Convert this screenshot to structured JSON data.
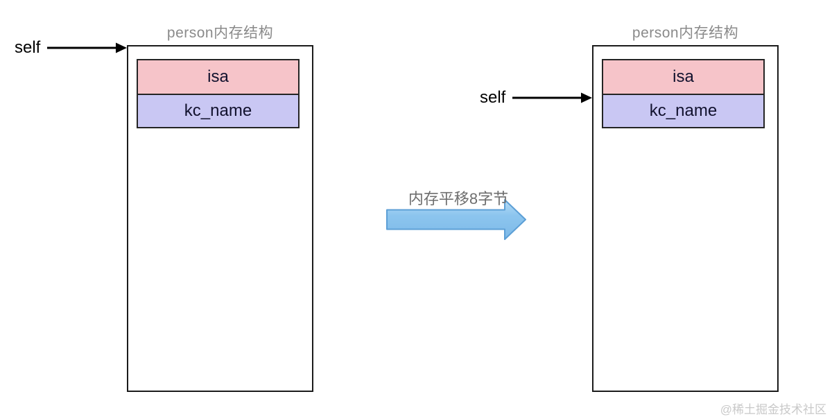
{
  "left": {
    "title": "person内存结构",
    "pointer_label": "self",
    "rows": [
      {
        "label": "isa"
      },
      {
        "label": "kc_name"
      }
    ]
  },
  "right": {
    "title": "person内存结构",
    "pointer_label": "self",
    "rows": [
      {
        "label": "isa"
      },
      {
        "label": "kc_name"
      }
    ]
  },
  "transition": {
    "label": "内存平移8字节"
  },
  "watermark": "@稀土掘金技术社区",
  "colors": {
    "isa_fill": "#f6c4c9",
    "kc_name_fill": "#c9c7f3",
    "box_border": "#1b1b1b",
    "row_text": "#12122e",
    "title_text": "#8a8a8a",
    "pointer_text": "#000000",
    "pointer_arrow": "#000000",
    "shift_label_text": "#6e6e6e",
    "shift_arrow_fill_top": "#b5dcf6",
    "shift_arrow_fill_bottom": "#7db9e8",
    "shift_arrow_stroke": "#5c9fd6",
    "watermark_text": "#c9c9c9"
  }
}
